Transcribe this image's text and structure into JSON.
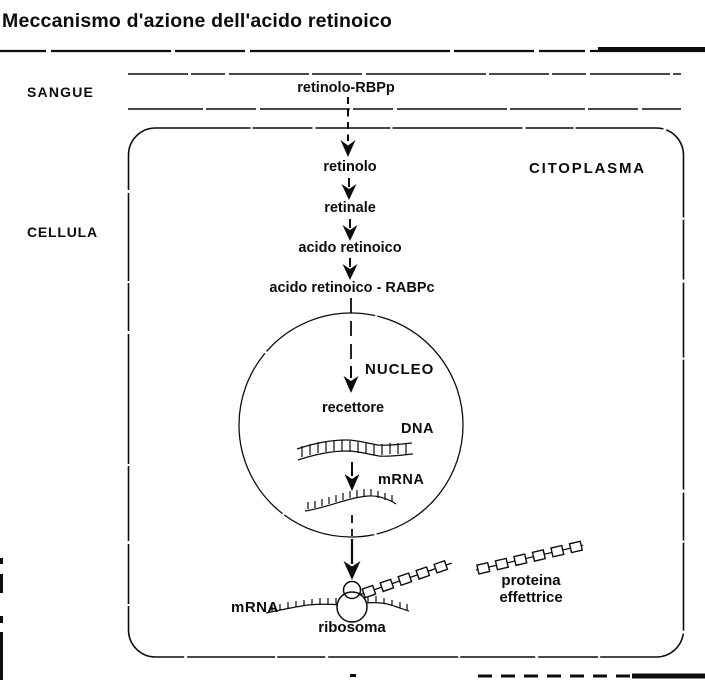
{
  "title": "Meccanismo d'azione dell'acido retinoico",
  "blood": {
    "label": "SANGUE",
    "complex": "retinolo-RBPp"
  },
  "cell": {
    "label": "CELLULA",
    "cytoplasm": "CITOPLASMA",
    "pathway": [
      "retinolo",
      "retinale",
      "acido retinoico",
      "acido retinoico - RABPc"
    ],
    "nucleus": {
      "label": "NUCLEO",
      "receptor": "recettore",
      "dna": "DNA",
      "mrna": "mRNA"
    },
    "translation": {
      "mrna": "mRNA",
      "ribosome": "ribosoma",
      "protein_line1": "proteina",
      "protein_line2": "effettrice"
    }
  },
  "colors": {
    "ink": "#0c0c0c",
    "paper": "#ffffff"
  }
}
